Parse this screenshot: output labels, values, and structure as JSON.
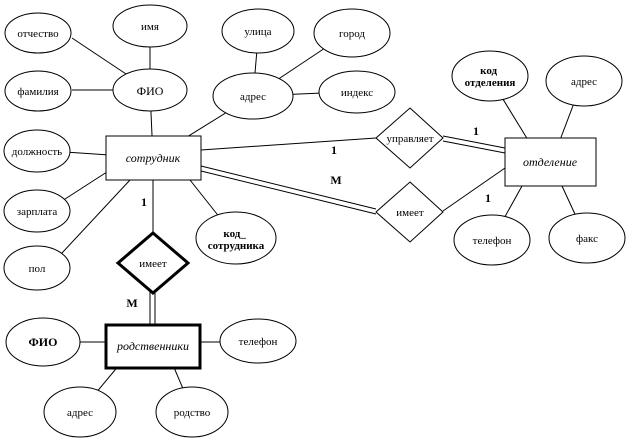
{
  "entities": {
    "employee": "сотрудник",
    "department": "отделение",
    "relatives": "родственники"
  },
  "relationships": {
    "manages": "управляет",
    "has_department": "имеет",
    "has_relatives": "имеет"
  },
  "employee_attributes": {
    "patronymic": "отчество",
    "first_name": "имя",
    "full_name": "ФИО",
    "last_name": "фамилия",
    "address": "адрес",
    "street": "улица",
    "city": "город",
    "postcode": "индекс",
    "position": "должность",
    "salary": "зарплата",
    "sex": "пол",
    "employee_code": "код_ сотрудника"
  },
  "department_attributes": {
    "department_code": "код отделения",
    "address": "адрес",
    "phone": "телефон",
    "fax": "факс"
  },
  "relatives_attributes": {
    "full_name": "ФИО",
    "phone": "телефон",
    "address": "адрес",
    "kinship": "родство"
  },
  "cardinalities": {
    "manages_employee": "1",
    "manages_department": "1",
    "has_employee": "M",
    "has_department": "1",
    "relatives_employee": "1",
    "relatives_relatives": "M"
  }
}
